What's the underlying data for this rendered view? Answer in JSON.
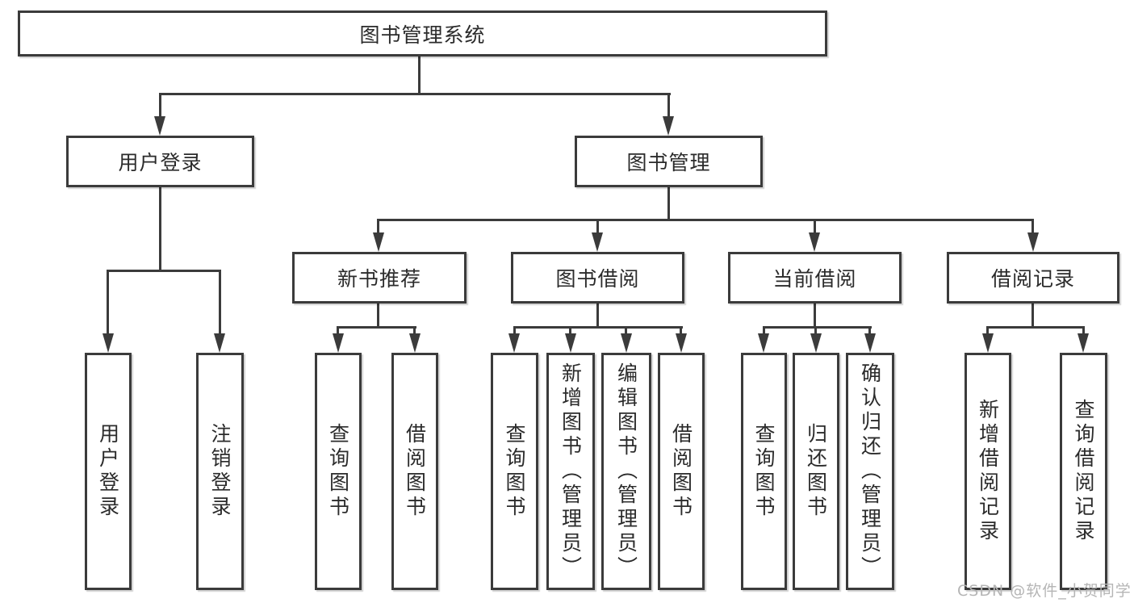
{
  "diagram": {
    "root": {
      "label": "图书管理系统"
    },
    "branches": [
      {
        "label": "用户登录",
        "children": [
          {
            "label": "用户登录"
          },
          {
            "label": "注销登录"
          }
        ]
      },
      {
        "label": "图书管理",
        "children": [
          {
            "label": "新书推荐",
            "children": [
              {
                "label": "查询图书"
              },
              {
                "label": "借阅图书"
              }
            ]
          },
          {
            "label": "图书借阅",
            "children": [
              {
                "label": "查询图书"
              },
              {
                "label": "新增图书（管理员）"
              },
              {
                "label": "编辑图书（管理员）"
              },
              {
                "label": "借阅图书"
              }
            ]
          },
          {
            "label": "当前借阅",
            "children": [
              {
                "label": "查询图书"
              },
              {
                "label": "归还图书"
              },
              {
                "label": "确认归还（管理员）"
              }
            ]
          },
          {
            "label": "借阅记录",
            "children": [
              {
                "label": "新增借阅记录"
              },
              {
                "label": "查询借阅记录"
              }
            ]
          }
        ]
      }
    ]
  },
  "watermark": {
    "text": "CSDN @软件_小贺同学"
  },
  "colors": {
    "line": "#3b3b3b",
    "text": "#2b2b2b",
    "background": "#ffffff",
    "watermark": "#b5b5b5"
  }
}
